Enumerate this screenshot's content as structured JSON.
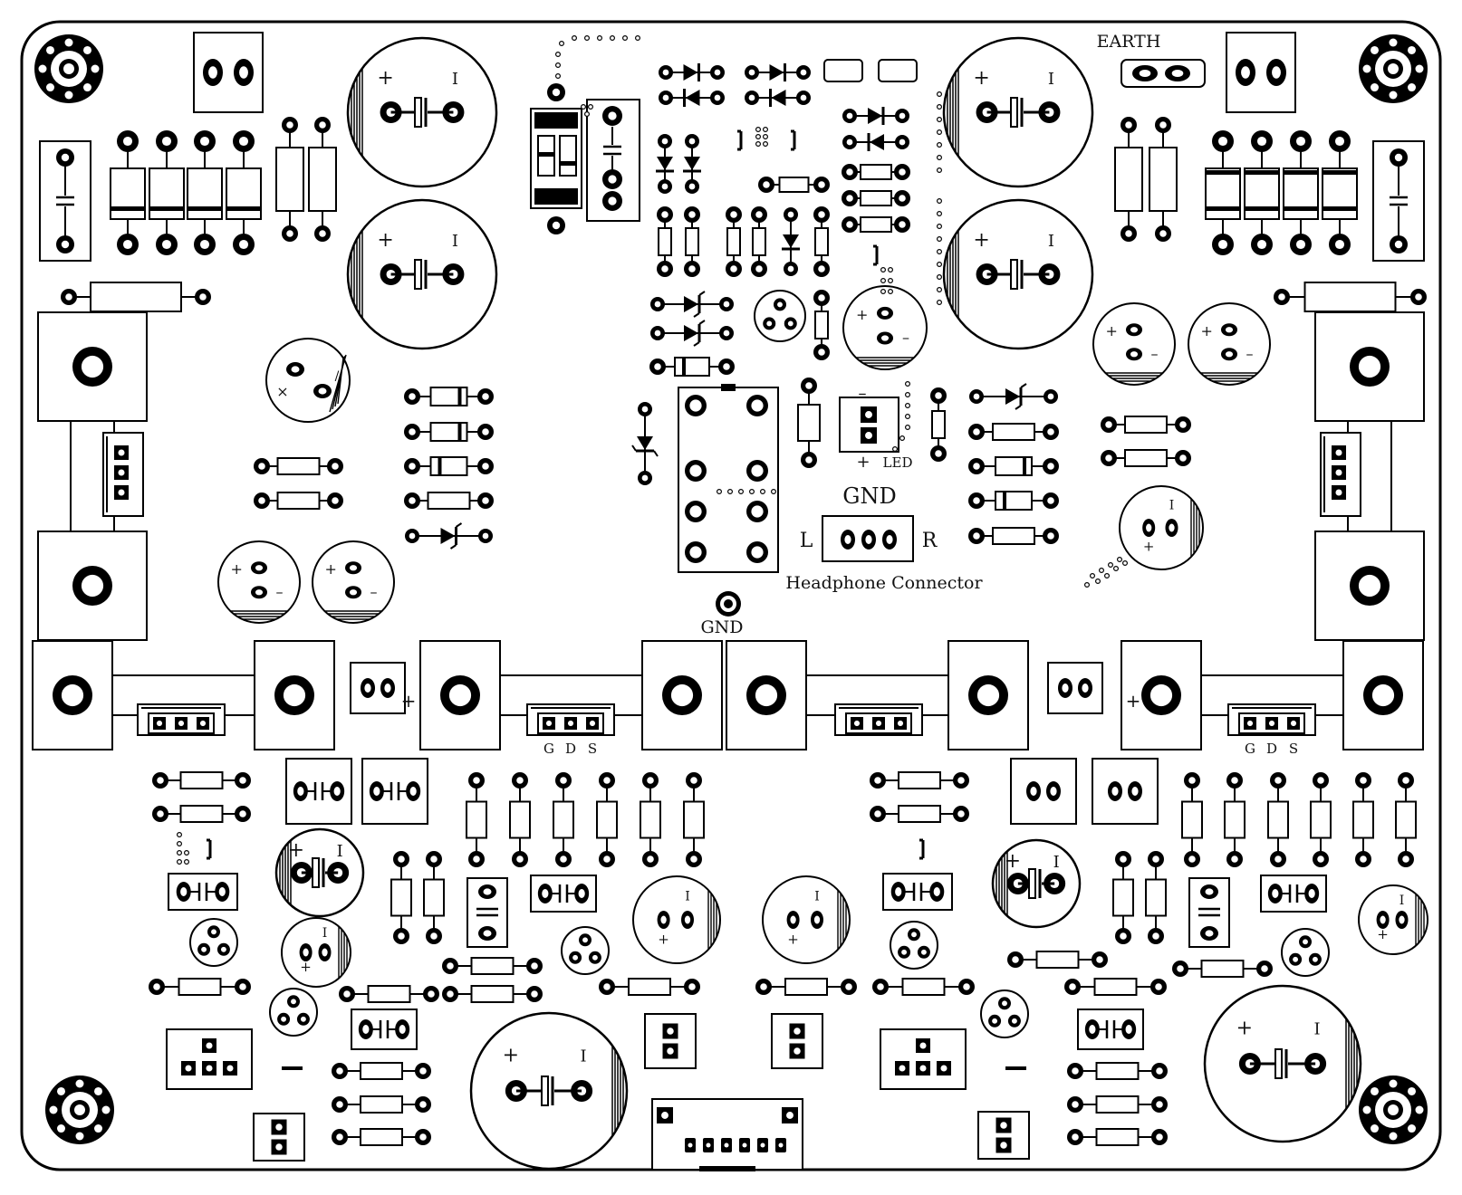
{
  "colors": {
    "ink": "#000000",
    "board": "#ffffff",
    "silk": "#111111"
  },
  "labels": {
    "earth": "EARTH",
    "gnd_top": "GND",
    "gnd_bottom": "GND",
    "left_channel": "L",
    "right_channel": "R",
    "headphone_connector": "Headphone Connector",
    "led": "LED",
    "led_plus": "+",
    "led_minus": "–",
    "plus": "+",
    "minus": "–",
    "pin_g": "G",
    "pin_d": "D",
    "pin_s": "S",
    "cap_minus_mark": "I"
  },
  "icons": {
    "mounting_hole": "mounting-hole-icon",
    "electrolytic": "electrolytic-capacitor-icon",
    "resistor": "resistor-icon",
    "diode": "diode-icon",
    "transistor": "to92-transistor-icon",
    "terminal": "screw-terminal-icon",
    "mosfet": "to247-mosfet-icon"
  }
}
